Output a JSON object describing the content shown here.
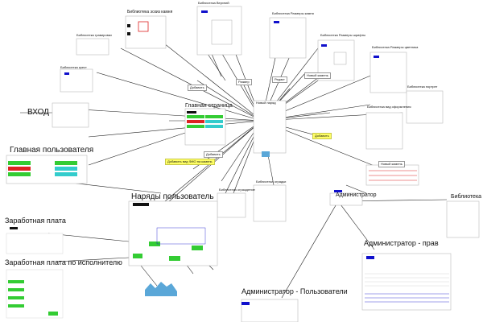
{
  "colors": {
    "line": "#222222",
    "frame": "#b9b9b9",
    "accent_blue": "#1010cc",
    "green": "#33cc33",
    "red": "#dd2222",
    "cyan": "#33cccc",
    "yellow": "#ffff66",
    "black": "#111111",
    "light_blue": "#5aa7d8"
  },
  "headings": {
    "vhod": "ВХОД",
    "main_user": "Главная пользователя",
    "orders_user": "Наряды пользователь",
    "salary": "Заработная плата",
    "salary_by_exec": "Заработная плата по исполнителю",
    "admin_users": "Администратор - Пользователи",
    "admin_rights": "Администратор -  прав",
    "library": "Библиотека",
    "admin": "Администратор",
    "main_page": "Главная страница"
  },
  "small_labels": {
    "lib_sketch": "Библиотека эскиз камня",
    "lib_engraving": "Библиотека гравировки",
    "lib_cross": "Библиотека крест",
    "lib_stone_size": "Библиотека Размеры камня",
    "lib_font_size": "Библиотека Размеры шрифты",
    "lib_flower_size": "Библиотека Размеры цветника",
    "lib_portrait": "Библиотека портрет",
    "lib_frame_type": "Библиотека вид оформления",
    "lib_fence": "Библиотека оградки",
    "lib_fence2": "Библиотека ограждение",
    "lib_top": "Библиотека Верхний",
    "new_order": "Новый наряд"
  },
  "tags": {
    "t1": "Добавить",
    "t2": "Размер",
    "t3": "Редакт",
    "t4": "Новый камень",
    "t5": "Добавить",
    "t6": "Добавить вид ФИО на камень",
    "t7": "Добавить",
    "t8": "Новый камень"
  }
}
